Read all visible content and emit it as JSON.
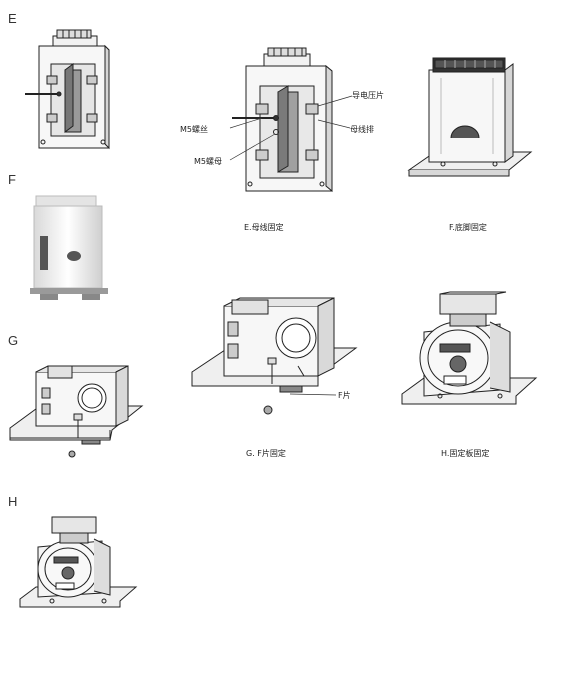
{
  "section_letters": [
    "E",
    "F",
    "G",
    "H"
  ],
  "captions": {
    "e_busbar": "E.母线固定",
    "f_rail": "F.底脚固定",
    "g_clip": "G. F片固定",
    "h_plate": "H.固定板固定"
  },
  "callouts": {
    "pressure_plate": "导电压片",
    "busbar": "母线排",
    "bolt": "M5螺丝",
    "nut": "M5螺母",
    "f_clip": "F片"
  }
}
